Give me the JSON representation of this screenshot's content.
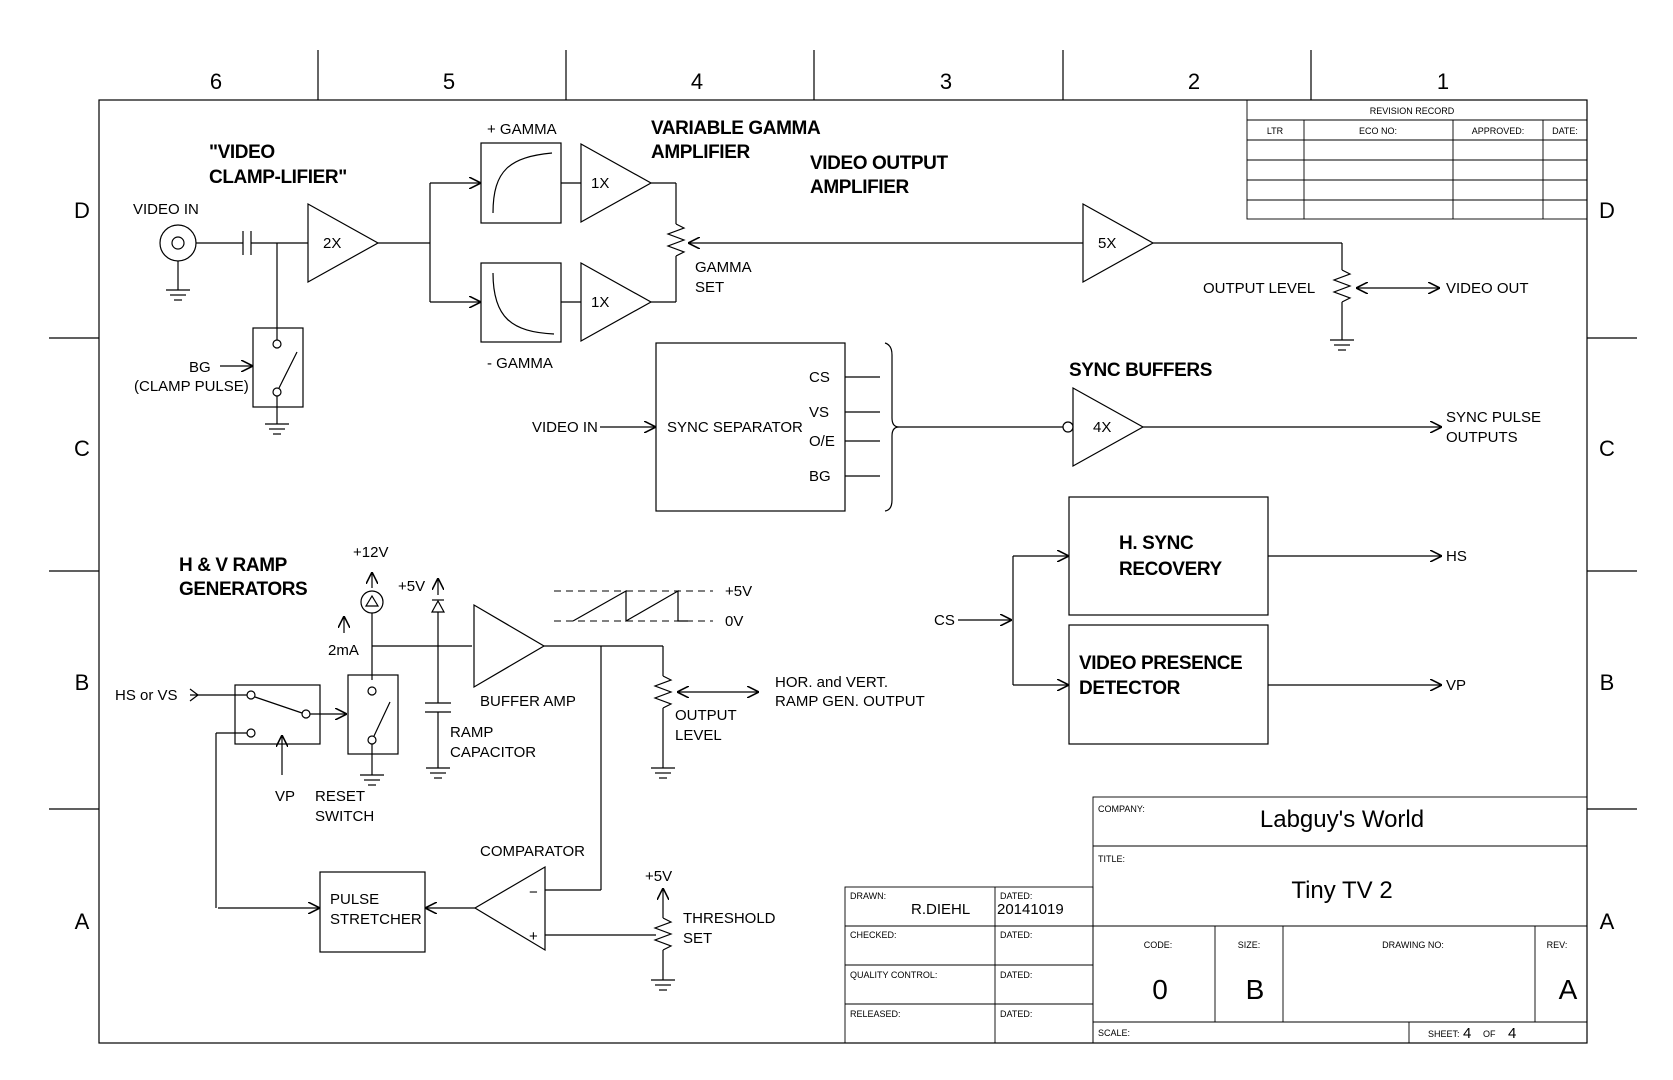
{
  "zones": {
    "columns": [
      "6",
      "5",
      "4",
      "3",
      "2",
      "1"
    ],
    "rows": [
      "D",
      "C",
      "B",
      "A"
    ]
  },
  "revision": {
    "title": "REVISION RECORD",
    "headers": [
      "LTR",
      "ECO NO:",
      "APPROVED:",
      "DATE:"
    ]
  },
  "sections": {
    "clamp": "\"VIDEO\nCLAMP-LIFIER\"",
    "clamp_l1": "\"VIDEO",
    "clamp_l2": "CLAMP-LIFIER\"",
    "gamma_l1": "VARIABLE GAMMA",
    "gamma_l2": "AMPLIFIER",
    "output_l1": "VIDEO OUTPUT",
    "output_l2": "AMPLIFIER",
    "sync_buffers": "SYNC BUFFERS",
    "ramp_l1": "H & V RAMP",
    "ramp_l2": "GENERATORS"
  },
  "labels": {
    "video_in": "VIDEO IN",
    "amp_2x": "2X",
    "amp_1x_top": "1X",
    "amp_1x_bot": "1X",
    "amp_5x": "5X",
    "amp_4x": "4X",
    "plus_gamma": "+ GAMMA",
    "minus_gamma": "- GAMMA",
    "gamma_set_l1": "GAMMA",
    "gamma_set_l2": "SET",
    "output_level": "OUTPUT LEVEL",
    "video_out": "VIDEO OUT",
    "bg_l1": "BG",
    "bg_l2": "(CLAMP PULSE)",
    "video_in_sync": "VIDEO IN",
    "sync_separator": "SYNC SEPARATOR",
    "cs": "CS",
    "vs": "VS",
    "oe": "O/E",
    "bg": "BG",
    "sync_pulse_l1": "SYNC PULSE",
    "sync_pulse_l2": "OUTPUTS",
    "hsync_l1": "H. SYNC",
    "hsync_l2": "RECOVERY",
    "vpd_l1": "VIDEO PRESENCE",
    "vpd_l2": "DETECTOR",
    "cs_in": "CS",
    "hs_out": "HS",
    "vp_out": "VP",
    "plus12v": "+12V",
    "plus5v": "+5V",
    "ma2": "2mA",
    "wave_plus5v": "+5V",
    "wave_0v": "0V",
    "buffer_amp": "BUFFER AMP",
    "hs_or_vs": "HS or VS",
    "vp": "VP",
    "reset_l1": "RESET",
    "reset_l2": "SWITCH",
    "ramp_cap_l1": "RAMP",
    "ramp_cap_l2": "CAPACITOR",
    "out_level_l1": "OUTPUT",
    "out_level_l2": "LEVEL",
    "hv_out_l1": "HOR. and VERT.",
    "hv_out_l2": "RAMP GEN. OUTPUT",
    "comparator": "COMPARATOR",
    "pulse_l1": "PULSE",
    "pulse_l2": "STRETCHER",
    "thr_5v": "+5V",
    "threshold_l1": "THRESHOLD",
    "threshold_l2": "SET",
    "minus": "−",
    "plus": "+"
  },
  "title_block": {
    "drawn_label": "DRAWN:",
    "drawn_value": "R.DIEHL",
    "dated_label": "DATED:",
    "dated_value": "20141019",
    "checked_label": "CHECKED:",
    "qc_label": "QUALITY CONTROL:",
    "released_label": "RELEASED:",
    "company_label": "COMPANY:",
    "company_value": "Labguy's World",
    "title_label": "TITLE:",
    "title_value": "Tiny TV 2",
    "code_label": "CODE:",
    "code_value": "0",
    "size_label": "SIZE:",
    "size_value": "B",
    "drawing_no_label": "DRAWING NO:",
    "rev_label": "REV:",
    "rev_value": "A",
    "scale_label": "SCALE:",
    "sheet_label": "SHEET:",
    "sheet_value": "4",
    "of_label": "OF",
    "of_value": "4"
  }
}
